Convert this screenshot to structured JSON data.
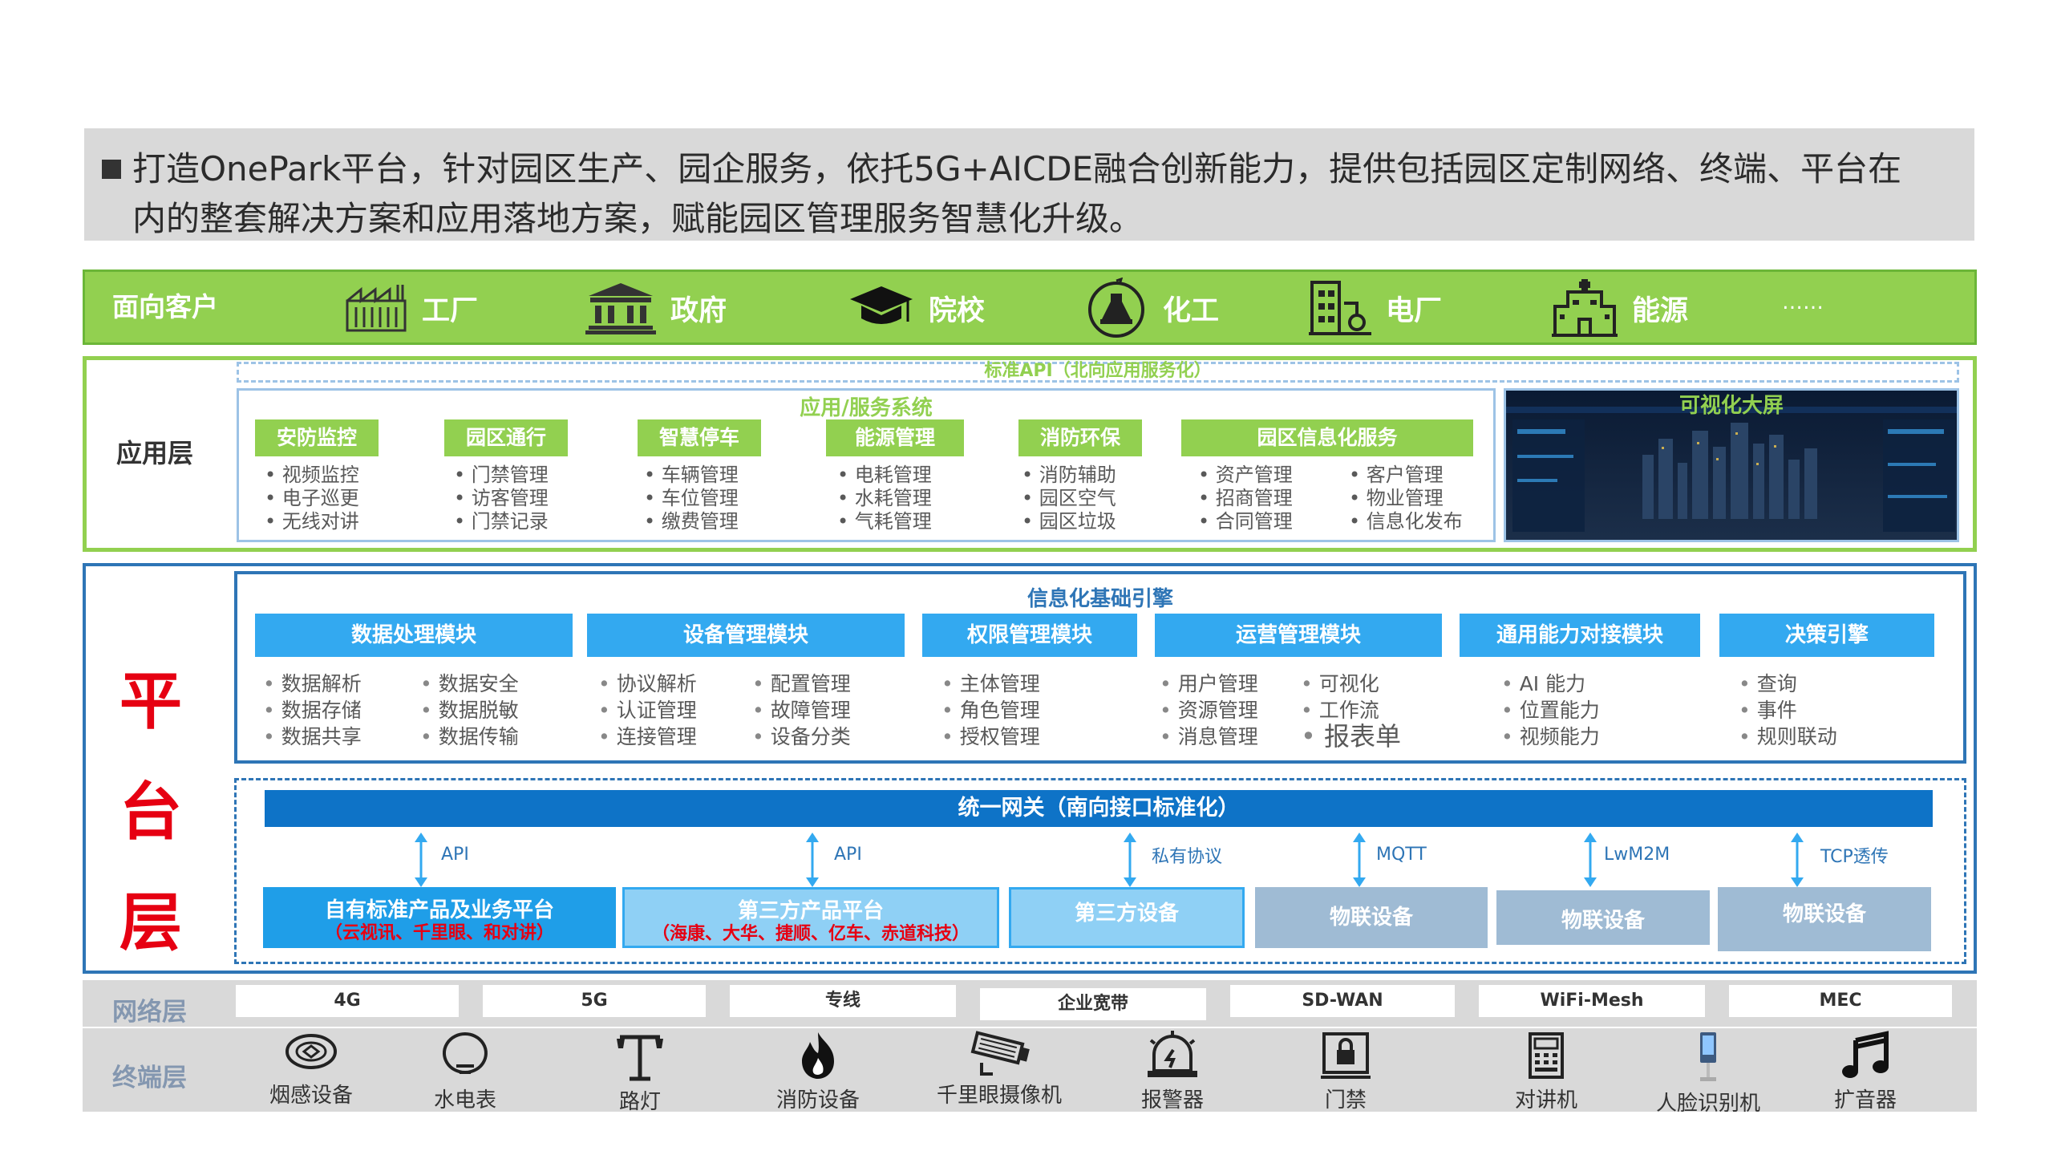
{
  "intro": {
    "line1": "打造OnePark平台，针对园区生产、园企服务，依托5G+AICDE融合创新能力，提供包括园区定制网络、终端、平台在",
    "line2": "内的整套解决方案和应用落地方案，赋能园区管理服务智慧化升级。"
  },
  "customers": {
    "title": "面向客户",
    "items": [
      {
        "label": "工厂",
        "icon": "factory-icon"
      },
      {
        "label": "政府",
        "icon": "government-icon"
      },
      {
        "label": "院校",
        "icon": "graduation-cap-icon"
      },
      {
        "label": "化工",
        "icon": "chemical-flask-icon"
      },
      {
        "label": "电厂",
        "icon": "power-plant-icon"
      },
      {
        "label": "能源",
        "icon": "hospital-building-icon"
      }
    ],
    "more": "……"
  },
  "application": {
    "title": "应用层",
    "api_bar": "标准API（北向应用服务化）",
    "services_title": "应用/服务系统",
    "services": [
      {
        "head": "安防监控",
        "items": [
          "视频监控",
          "电子巡更",
          "无线对讲"
        ]
      },
      {
        "head": "园区通行",
        "items": [
          "门禁管理",
          "访客管理",
          "门禁记录"
        ]
      },
      {
        "head": "智慧停车",
        "items": [
          "车辆管理",
          "车位管理",
          "缴费管理"
        ]
      },
      {
        "head": "能源管理",
        "items": [
          "电耗管理",
          "水耗管理",
          "气耗管理"
        ]
      },
      {
        "head": "消防环保",
        "items": [
          "消防辅助",
          "园区空气",
          "园区垃圾"
        ]
      },
      {
        "head": "园区信息化服务",
        "items_left": [
          "资产管理",
          "招商管理",
          "合同管理"
        ],
        "items_right": [
          "客户管理",
          "物业管理",
          "信息化发布"
        ]
      }
    ],
    "visual_title": "可视化大屏"
  },
  "platform": {
    "title_chars": [
      "平",
      "台",
      "层"
    ],
    "info_title": "信息化基础引擎",
    "modules": [
      {
        "head": "数据处理模块",
        "col1": [
          "数据解析",
          "数据存储",
          "数据共享"
        ],
        "col2": [
          "数据安全",
          "数据脱敏",
          "数据传输"
        ]
      },
      {
        "head": "设备管理模块",
        "col1": [
          "协议解析",
          "认证管理",
          "连接管理"
        ],
        "col2": [
          "配置管理",
          "故障管理",
          "设备分类"
        ]
      },
      {
        "head": "权限管理模块",
        "col1": [
          "主体管理",
          "角色管理",
          "授权管理"
        ]
      },
      {
        "head": "运营管理模块",
        "col1": [
          "用户管理",
          "资源管理",
          "消息管理"
        ],
        "col2": [
          "可视化",
          "工作流",
          "报表单"
        ]
      },
      {
        "head": "通用能力对接模块",
        "col1": [
          "AI 能力",
          "位置能力",
          "视频能力"
        ]
      },
      {
        "head": "决策引擎",
        "col1": [
          "查询",
          "事件",
          "规则联动"
        ]
      }
    ],
    "gateway": "统一网关（南向接口标准化）",
    "protocols": [
      "API",
      "API",
      "私有协议",
      "MQTT",
      "LwM2M",
      "TCP透传"
    ],
    "devices": [
      {
        "label": "自有标准产品及业务平台",
        "sub": "（云视讯、千里眼、和对讲）",
        "color": "#1f9ee8"
      },
      {
        "label": "第三方产品平台",
        "sub": "（海康、大华、捷顺、亿车、赤道科技）",
        "color": "#8fd0f5"
      },
      {
        "label": "第三方设备",
        "sub": "",
        "color": "#8fd0f5"
      },
      {
        "label": "物联设备",
        "sub": "",
        "color": "#9fbbd4"
      },
      {
        "label": "物联设备",
        "sub": "",
        "color": "#9fbbd4"
      },
      {
        "label": "物联设备",
        "sub": "",
        "color": "#9fbbd4"
      }
    ]
  },
  "network": {
    "title": "网络层",
    "items": [
      "4G",
      "5G",
      "专线",
      "企业宽带",
      "SD-WAN",
      "WiFi-Mesh",
      "MEC"
    ]
  },
  "terminal": {
    "title": "终端层",
    "items": [
      {
        "label": "烟感设备",
        "icon": "smoke-detector-icon"
      },
      {
        "label": "水电表",
        "icon": "meter-icon"
      },
      {
        "label": "路灯",
        "icon": "street-lamp-icon"
      },
      {
        "label": "消防设备",
        "icon": "fire-icon"
      },
      {
        "label": "千里眼摄像机",
        "icon": "camera-icon"
      },
      {
        "label": "报警器",
        "icon": "alarm-icon"
      },
      {
        "label": "门禁",
        "icon": "access-control-icon"
      },
      {
        "label": "对讲机",
        "icon": "intercom-icon"
      },
      {
        "label": "人脸识别机",
        "icon": "face-recognition-icon"
      },
      {
        "label": "扩音器",
        "icon": "music-note-icon"
      }
    ]
  }
}
